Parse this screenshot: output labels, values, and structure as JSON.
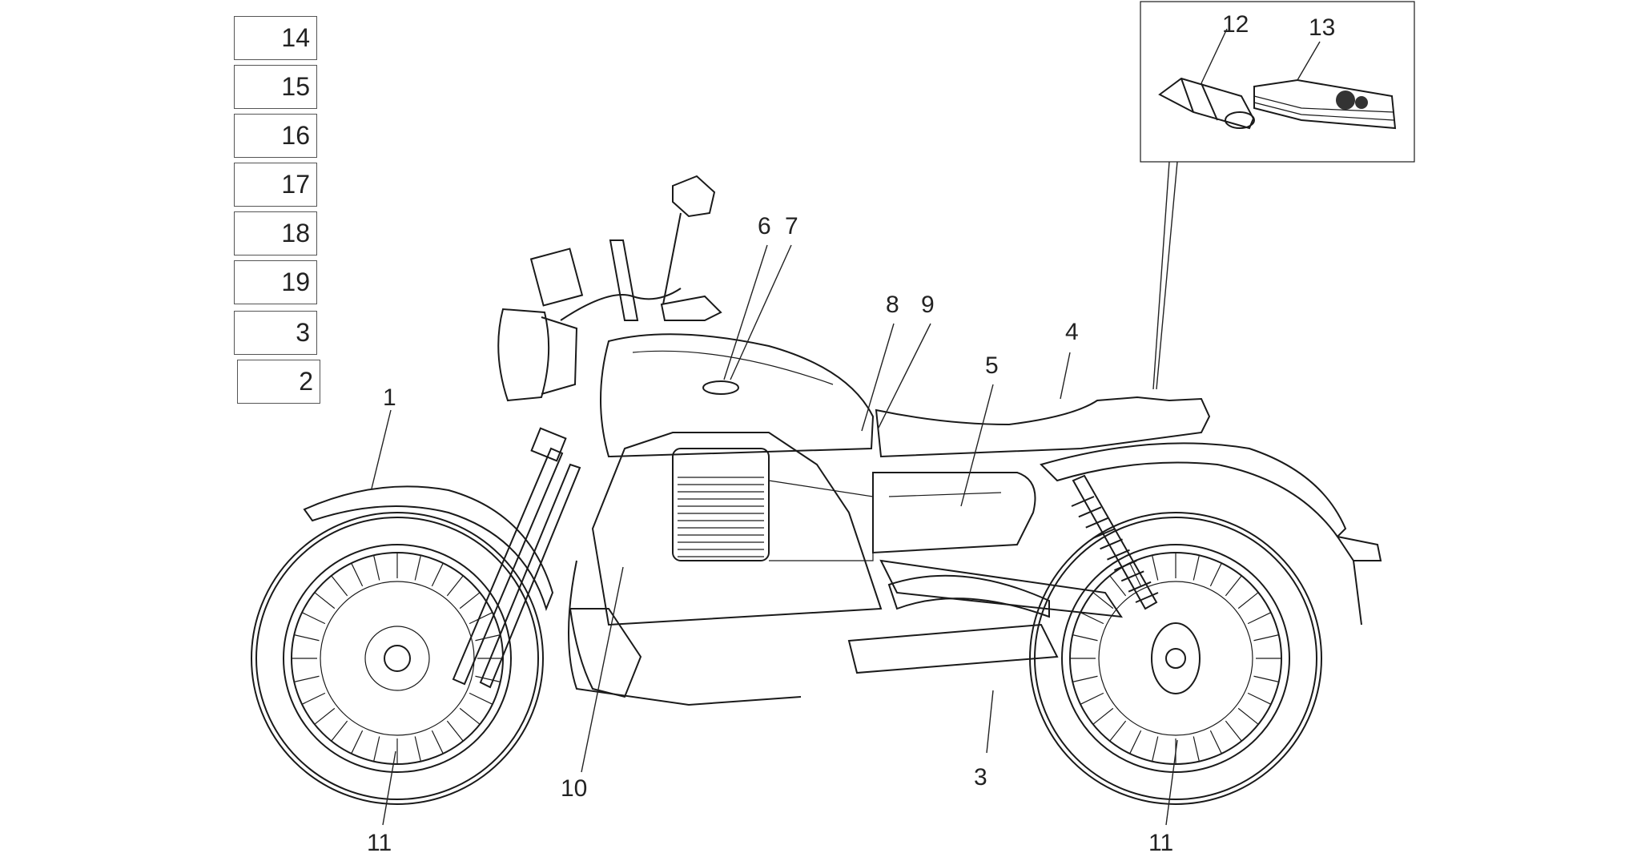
{
  "legend_boxes": [
    "14",
    "15",
    "16",
    "17",
    "18",
    "19",
    "3",
    "2"
  ],
  "callouts": {
    "c1": "1",
    "c2": "3",
    "c3": "4",
    "c4": "5",
    "c5": "6",
    "c6": "7",
    "c7": "8",
    "c8": "9",
    "c9": "10",
    "c10": "11",
    "c11": "11",
    "c12": "12",
    "c13": "13"
  }
}
